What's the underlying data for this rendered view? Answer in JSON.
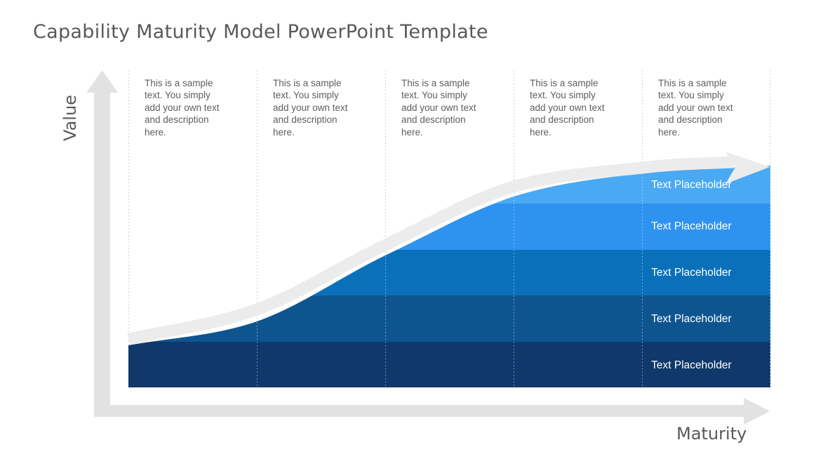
{
  "title": "Capability Maturity Model PowerPoint Template",
  "y_axis_label": "Value",
  "x_axis_label": "Maturity",
  "columns": [
    {
      "description": "This is a sample\ntext. You simply\nadd your own text\nand description\nhere."
    },
    {
      "description": "This is a sample\ntext. You simply\nadd your own text\nand description\nhere."
    },
    {
      "description": "This is a sample\ntext. You simply\nadd your own text\nand description\nhere."
    },
    {
      "description": "This is a sample\ntext. You simply\nadd your own text\nand description\nhere."
    },
    {
      "description": "This is a sample\ntext. You simply\nadd your own text\nand description\nhere."
    }
  ],
  "bands": [
    {
      "label": "Text Placeholder",
      "color": "#4AA9F3"
    },
    {
      "label": "Text Placeholder",
      "color": "#2E92F0"
    },
    {
      "label": "Text Placeholder",
      "color": "#0B70BA"
    },
    {
      "label": "Text Placeholder",
      "color": "#0E5590"
    },
    {
      "label": "Text Placeholder",
      "color": "#10386A"
    }
  ],
  "colors": {
    "title_text": "#595959",
    "body_text": "#5e5e5e",
    "band_label_text": "#ffffff",
    "axis_arrow": "#E2E2E2",
    "curve_arrow": "#ECECEC",
    "grid_dots": "#C8C8C8"
  }
}
